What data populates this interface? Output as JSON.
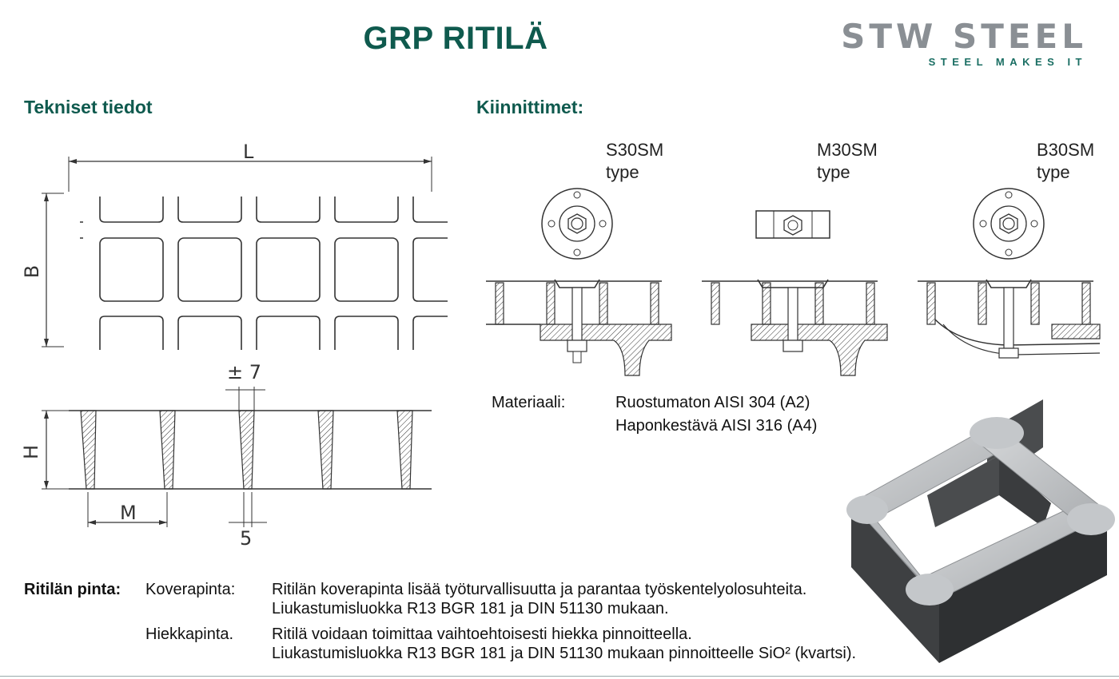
{
  "header": {
    "title": "GRP RITILÄ",
    "brand_name": "STW STEEL",
    "brand_tagline": "STEEL MAKES IT"
  },
  "tech": {
    "heading": "Tekniset tiedot",
    "dim_L": "L",
    "dim_B": "B",
    "dim_H": "H",
    "dim_M": "M",
    "dim_top": "± 7",
    "dim_bottom": "5"
  },
  "fasteners": {
    "heading": "Kiinnittimet:",
    "items": [
      {
        "name": "S30SM",
        "type": "type"
      },
      {
        "name": "M30SM",
        "type": "type"
      },
      {
        "name": "B30SM",
        "type": "type"
      }
    ],
    "material_label": "Materiaali:",
    "materials": [
      "Ruostumaton AISI 304 (A2)",
      "Haponkestävä AISI 316 (A4)"
    ]
  },
  "surface": {
    "label": "Ritilän pinta:",
    "rows": [
      {
        "type": "Koverapinta:",
        "lines": [
          "Ritilän koverapinta lisää työturvallisuutta ja parantaa työskentelyolosuhteita.",
          "Liukastumisluokka R13 BGR 181 ja DIN 51130 mukaan."
        ]
      },
      {
        "type": "Hiekkapinta.",
        "lines": [
          "Ritilä voidaan toimittaa vaihtoehtoisesti hiekka pinnoitteella.",
          "Liukastumisluokka R13 BGR 181 ja DIN 51130 mukaan pinnoitteelle SiO² (kvartsi)."
        ]
      }
    ]
  },
  "colors": {
    "title": "#0f5a4e",
    "brand_grey": "#8a8f94",
    "brand_green": "#1a6e63"
  }
}
